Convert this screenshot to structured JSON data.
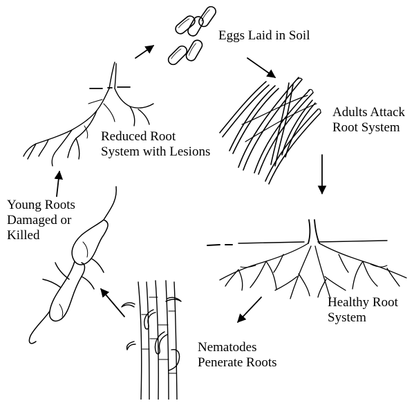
{
  "diagram": {
    "stages": [
      {
        "id": "eggs",
        "lines": [
          "Eggs Laid in Soil"
        ]
      },
      {
        "id": "adults",
        "lines": [
          "Adults Attack",
          "Root System"
        ]
      },
      {
        "id": "healthy",
        "lines": [
          "Healthy Root",
          "System"
        ]
      },
      {
        "id": "penetrate",
        "lines": [
          "Nematodes",
          "Penerate Roots"
        ]
      },
      {
        "id": "young",
        "lines": [
          "Young Roots",
          "Damaged or",
          "Killed"
        ]
      },
      {
        "id": "reduced",
        "lines": [
          "Reduced Root",
          "System with Lesions"
        ]
      }
    ],
    "colors": {
      "ink": "#000000",
      "background": "#ffffff"
    }
  }
}
